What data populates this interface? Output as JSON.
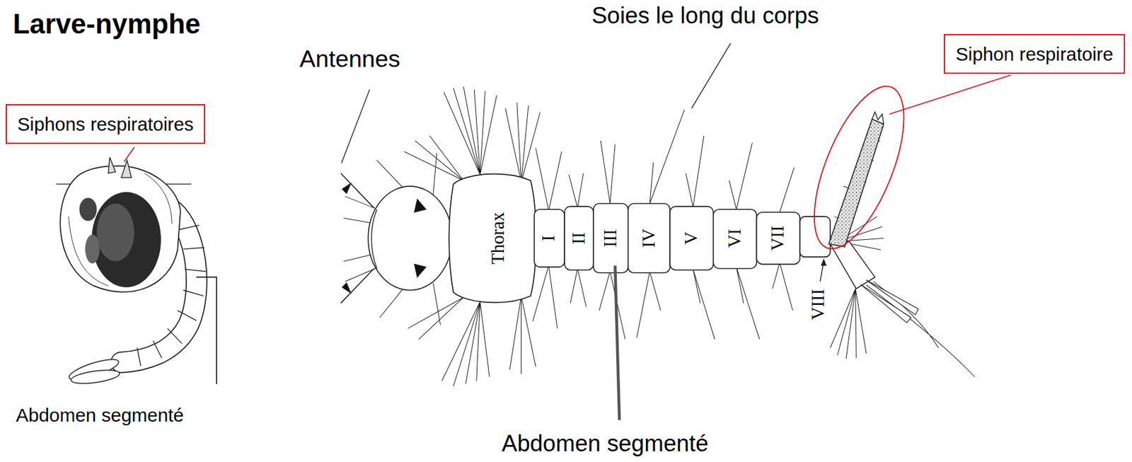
{
  "diagram": {
    "title": "Larve-nymphe",
    "nodes": [
      {
        "text": [
          "Siphon respiratoire"
        ]
      },
      {
        "text": [
          "Siphons respiratoires"
        ]
      }
    ],
    "labels": [
      "Antennes",
      "Soies le long du corps",
      "Thorax",
      "I",
      "II",
      "III",
      "IV",
      "V",
      "VI",
      "VII",
      "VIII",
      "Abdomen segmenté",
      "Abdomen segmenté"
    ]
  }
}
